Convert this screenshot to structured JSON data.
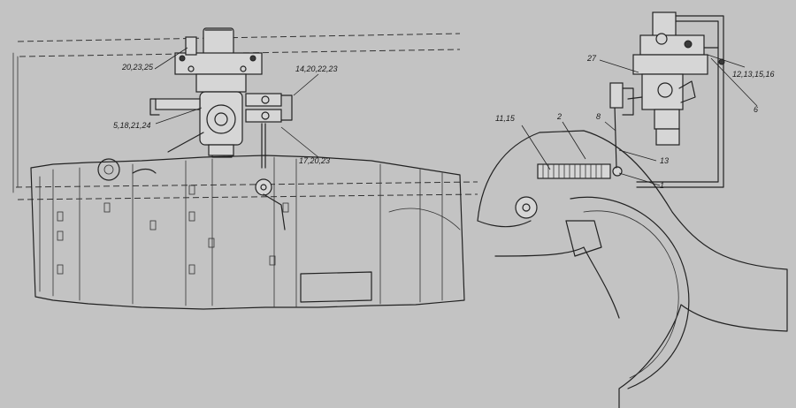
{
  "callouts": {
    "c_20_23_25": "20,23,25",
    "c_14_20_22_23": "14,20,22,23",
    "c_5_18_21_24": "5,18,21,24",
    "c_17_20_23": "17,20,23",
    "c_27": "27",
    "c_12_13_15_16": "12,13,15,16",
    "c_6": "6",
    "c_11_15": "11,15",
    "c_2": "2",
    "c_8": "8",
    "c_13": "13",
    "c_1": "1"
  }
}
